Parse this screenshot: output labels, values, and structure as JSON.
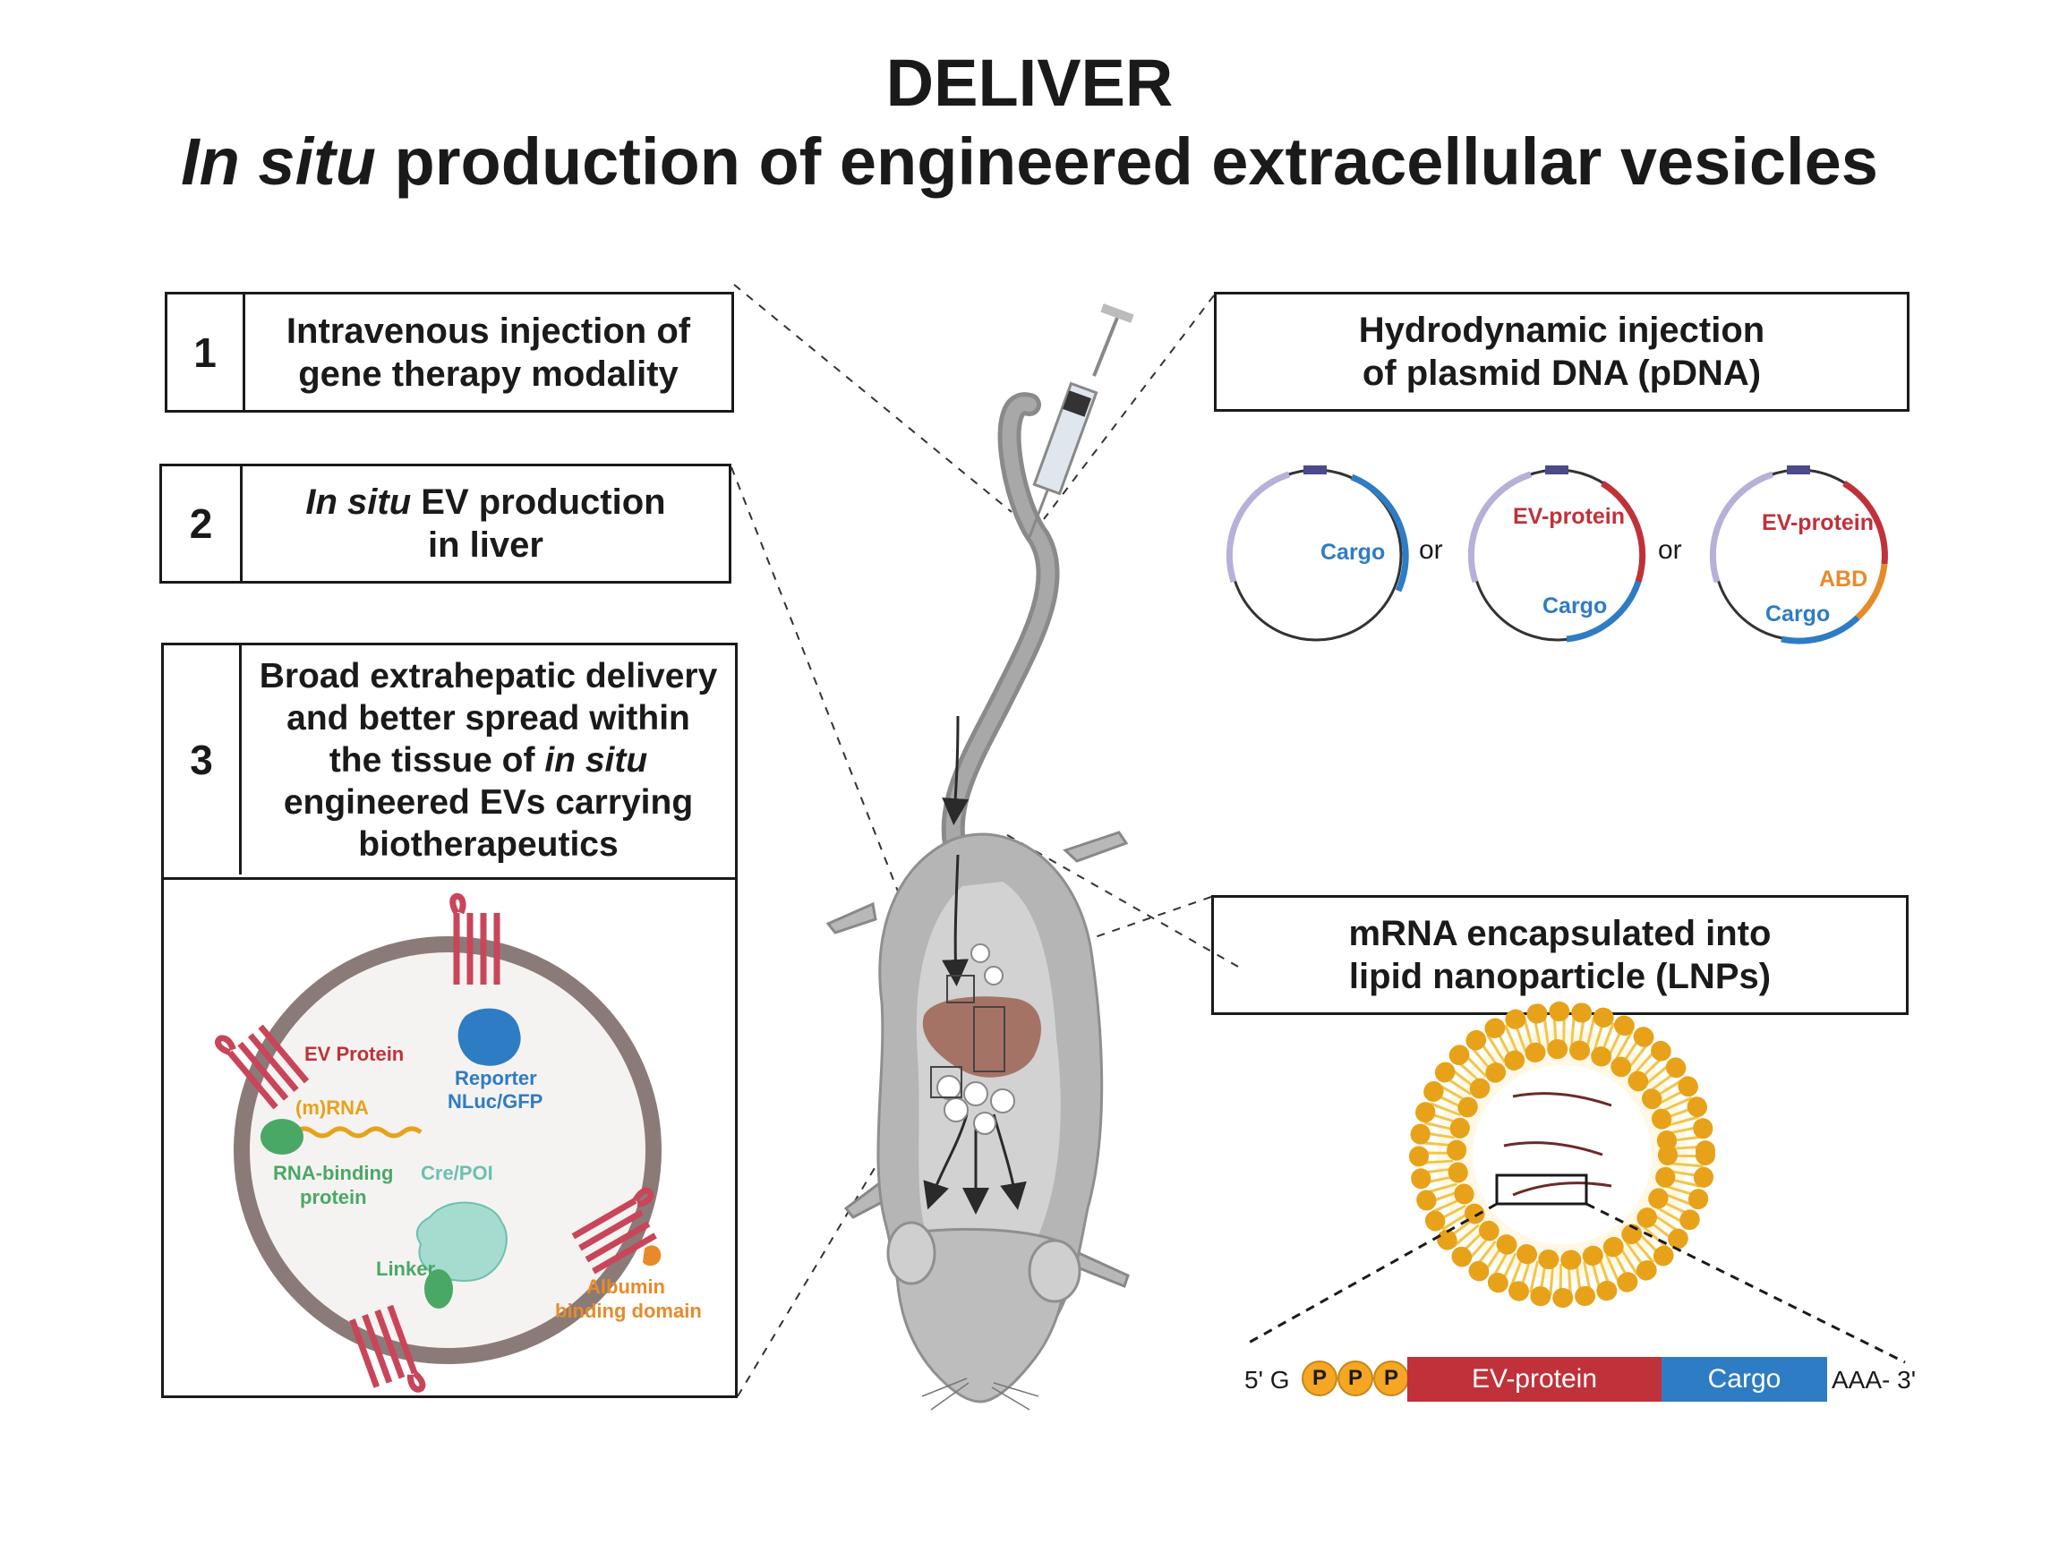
{
  "title": {
    "line1": "DELIVER",
    "line2_italic": "In situ",
    "line2_rest": "production of engineered extracellular vesicles"
  },
  "steps": [
    {
      "num": "1",
      "text": "Intravenous injection of gene therapy modality"
    },
    {
      "num": "2",
      "text_italic": "In situ",
      "text_rest": "EV production in liver"
    },
    {
      "num": "3",
      "text_a": "Broad extrahepatic delivery and better spread within the tissue of",
      "text_italic": "in situ",
      "text_b": "engineered EVs carrying biotherapeutics"
    }
  ],
  "ev_labels": {
    "ev_protein": "EV Protein",
    "mrna": "(m)RNA",
    "rbp_line1": "RNA-binding",
    "rbp_line2": "protein",
    "reporter_line1": "Reporter",
    "reporter_line2": "NLuc/GFP",
    "cre": "Cre/POI",
    "linker": "Linker",
    "albumin_line1": "Albumin",
    "albumin_line2": "binding domain"
  },
  "hydro": {
    "title_line1": "Hydrodynamic injection",
    "title_line2": "of plasmid DNA (pDNA)",
    "or": "or",
    "p1_cargo": "Cargo",
    "p2_ev": "EV-protein",
    "p2_cargo": "Cargo",
    "p3_ev": "EV-protein",
    "p3_abd": "ABD",
    "p3_cargo": "Cargo"
  },
  "lnp": {
    "title_line1": "mRNA encapsulated into",
    "title_line2": "lipid nanoparticle (LNPs)",
    "five_prime": "5' G",
    "phosphate": "P",
    "ev_protein": "EV-protein",
    "cargo": "Cargo",
    "three_prime": "AAA- 3'"
  },
  "colors": {
    "ev_red": "#c0313a",
    "cargo_blue": "#2e7cc4",
    "abd_orange": "#e88a2a",
    "lavender": "#b7b0d8",
    "promoter": "#4b4a8a",
    "lipid": "#e8a21a",
    "green": "#4aa866",
    "teal": "#6cc0b0",
    "membrane": "#8b7b78",
    "liver": "#a0685a"
  }
}
